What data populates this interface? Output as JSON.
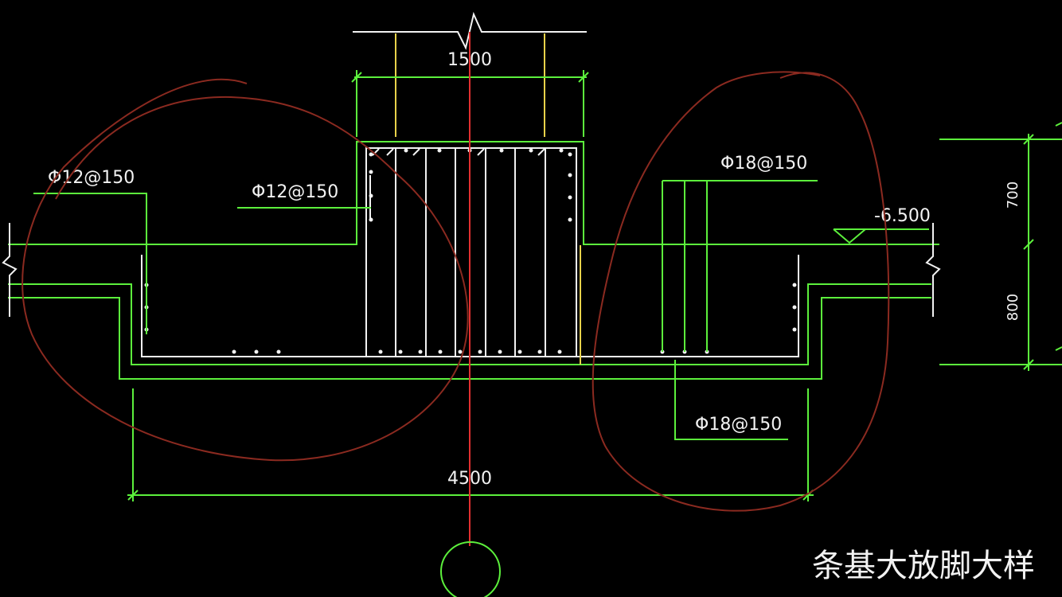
{
  "labels": {
    "dim_top": "1500",
    "dim_bottom": "4500",
    "rebar_left_outer": "Φ12@150",
    "rebar_left_inner": "Φ12@150",
    "rebar_right_top": "Φ18@150",
    "rebar_right_bottom": "Φ18@150",
    "elevation": "-6.500",
    "dim_right_upper": "700",
    "dim_right_lower": "800",
    "title": "条基大放脚大样"
  },
  "colors": {
    "background": "#000000",
    "outline": "#5cf03c",
    "rebar": "#f2f2f2",
    "column_edge": "#e8d24a",
    "axis": "#e23030",
    "annotation": "#8b2a20"
  }
}
